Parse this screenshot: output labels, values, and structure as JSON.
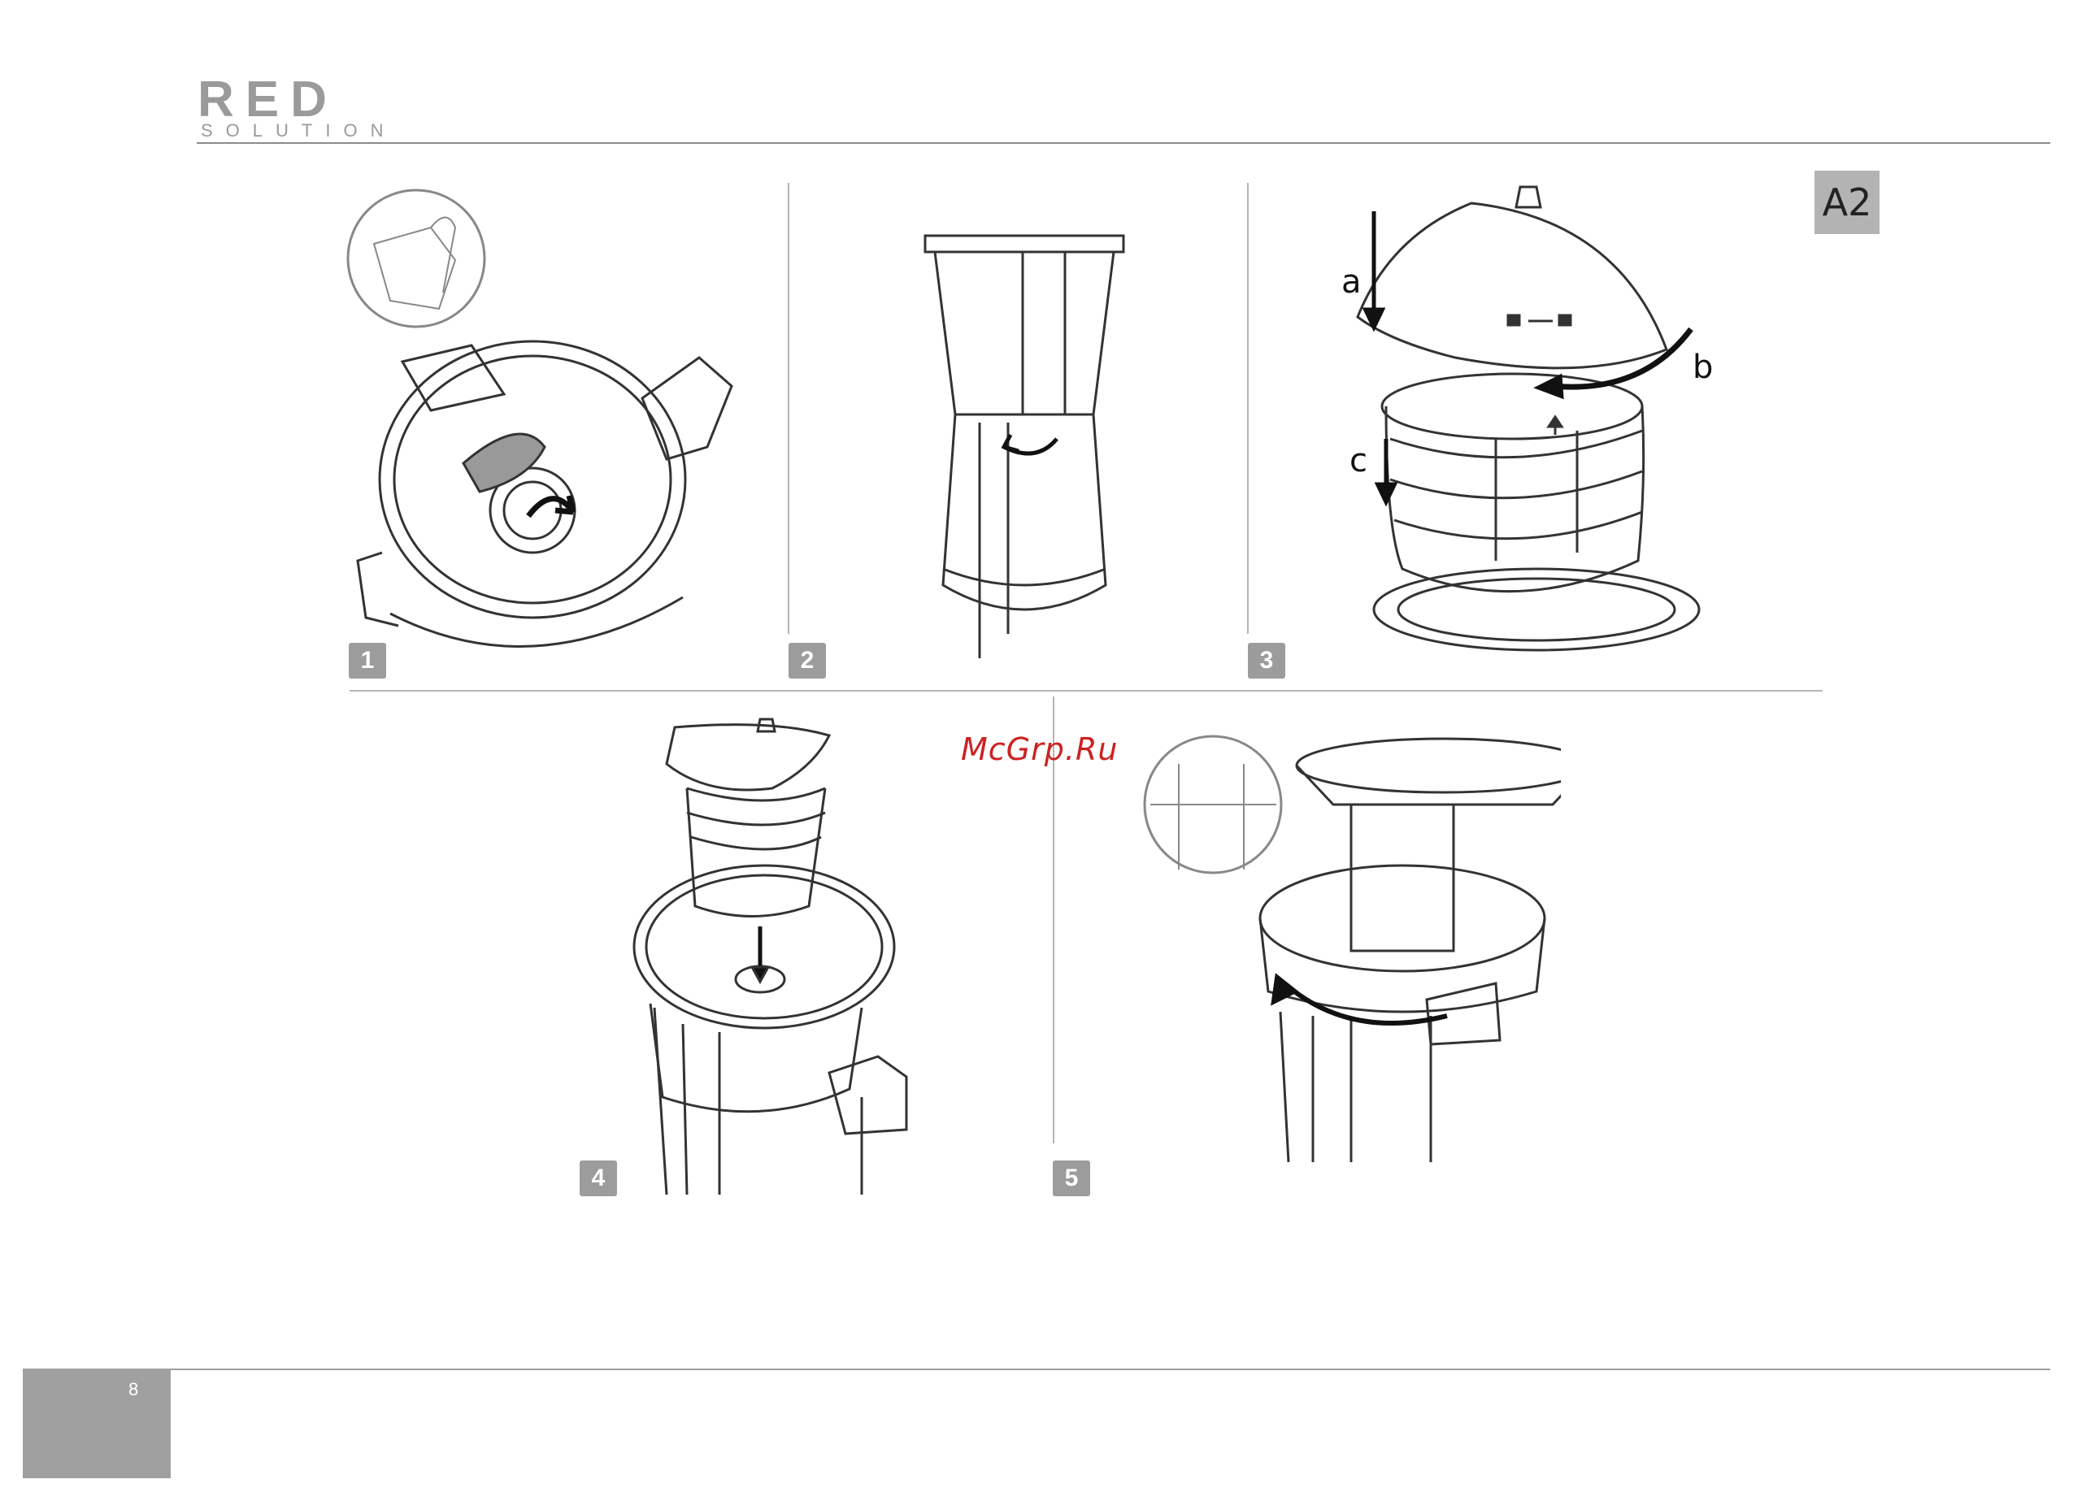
{
  "brand": {
    "name": "RED",
    "subtitle": "SOLUTION"
  },
  "section": {
    "label": "A2"
  },
  "steps": [
    {
      "number": "1"
    },
    {
      "number": "2"
    },
    {
      "number": "3",
      "labels": [
        "a",
        "b",
        "c"
      ]
    },
    {
      "number": "4"
    },
    {
      "number": "5"
    }
  ],
  "watermark": "McGrp.Ru",
  "footer": {
    "page_number": "8"
  },
  "colors": {
    "badge": "#9c9c9c",
    "section_badge": "#b3b3b3",
    "watermark": "#cc2222",
    "rule": "#8c8c8c"
  },
  "icons": [
    "arrow-curved-icon",
    "arrow-down-icon",
    "unlock-icon",
    "lock-icon",
    "arrow-up-icon"
  ]
}
